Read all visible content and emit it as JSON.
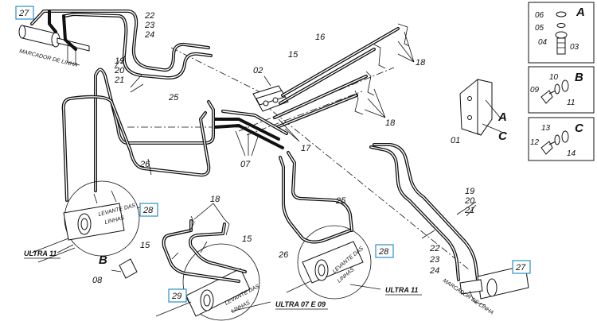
{
  "labels": {
    "p01": "01",
    "p02": "02",
    "p03": "03",
    "p04": "04",
    "p05": "05",
    "p06": "06",
    "p07": "07",
    "p08": "08",
    "p09": "09",
    "p10": "10",
    "p11": "11",
    "p12": "12",
    "p13": "13",
    "p14": "14",
    "p15": "15",
    "p16": "16",
    "p17": "17",
    "p18": "18",
    "p19": "19",
    "p20": "20",
    "p21": "21",
    "p22": "22",
    "p23": "23",
    "p24": "24",
    "p25": "25",
    "p26": "26",
    "p27": "27",
    "p28": "28",
    "p29": "29"
  },
  "letters": {
    "a": "A",
    "b": "B",
    "c": "C"
  },
  "texts": {
    "marcador": "MARCADOR DE LINHA",
    "levante": "LEVANTE DAS",
    "linhas": "LINHAS",
    "ultra11": "ULTRA 11",
    "ultra0709": "ULTRA 07 E 09"
  },
  "colors": {
    "line": "#111111",
    "callout_box": "#2a8fc8",
    "background": "#ffffff"
  }
}
